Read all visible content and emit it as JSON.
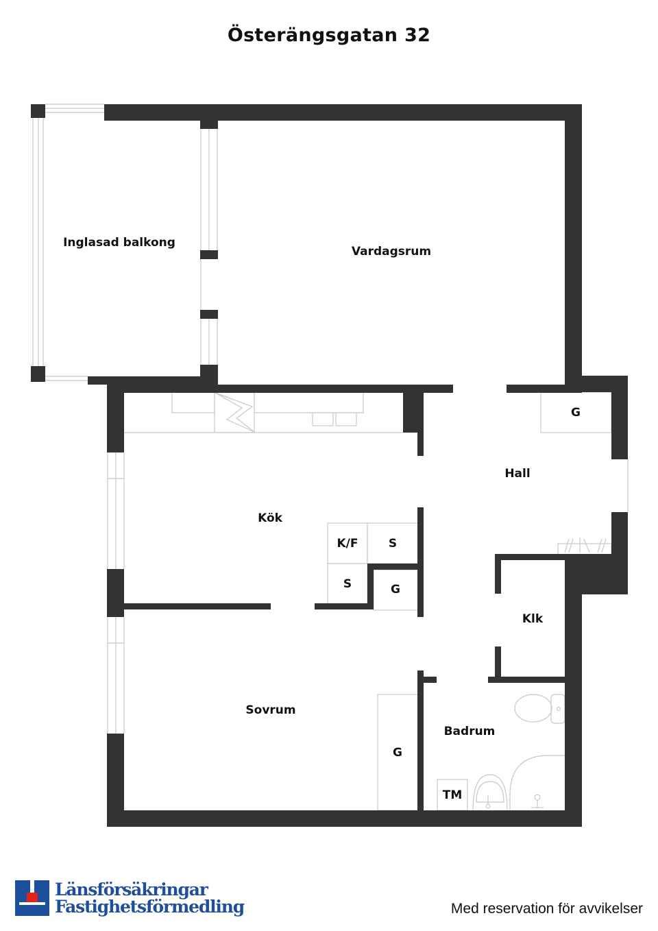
{
  "header": {
    "title": "Österängsgatan 32"
  },
  "rooms": {
    "balcony": "Inglasad balkong",
    "living": "Vardagsrum",
    "kitchen": "Kök",
    "hall": "Hall",
    "bedroom": "Sovrum",
    "closet": "Klk",
    "bathroom": "Badrum"
  },
  "fixtures": {
    "hall_wardrobe": "G",
    "fridge_freezer": "K/F",
    "storage_1": "S",
    "storage_2": "S",
    "kitchen_wardrobe": "G",
    "bedroom_wardrobe": "G",
    "washing_machine": "TM"
  },
  "footer": {
    "logo_line1": "Länsförsäkringar",
    "logo_line2": "Fastighetsförmedling",
    "disclaimer": "Med reservation för avvikelser"
  },
  "colors": {
    "wall": "#333333",
    "fixture_line": "#c8c8c8",
    "logo_blue": "#1d4f9a",
    "logo_red": "#e2231a"
  }
}
